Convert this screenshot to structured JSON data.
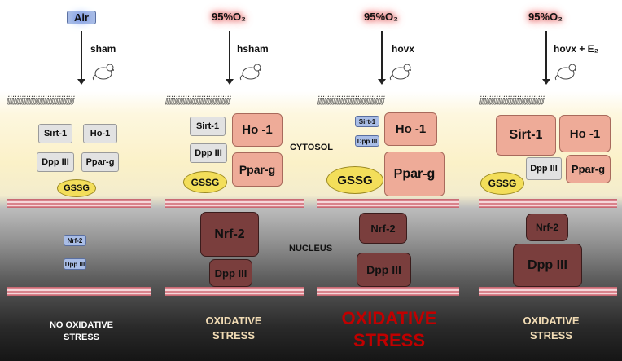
{
  "lanes": [
    {
      "gas": "Air",
      "treatment": "sham",
      "stress": "NO OXIDATIVE\nSTRESS"
    },
    {
      "gas": "95%O₂",
      "treatment": "hsham",
      "stress": "OXIDATIVE\nSTRESS"
    },
    {
      "gas": "95%O₂",
      "treatment": "hovx",
      "stress": "OXIDATIVE\nSTRESS"
    },
    {
      "gas": "95%O₂",
      "treatment": "hovx + E₂",
      "stress": "OXIDATIVE\nSTRESS"
    }
  ],
  "regions": {
    "cytosol": "CYTOSOL",
    "nucleus": "NUCLEUS"
  },
  "proteins": {
    "sirt1": "Sirt-1",
    "ho1_small": "Ho-1",
    "ho1": "Ho -1",
    "dpp3": "Dpp III",
    "ppar_small": "Ppar-g",
    "ppar": "Ppar-g",
    "gssg": "GSSG",
    "nrf2": "Nrf-2"
  },
  "colors": {
    "gas_air_glow": "#6f8fe8",
    "gas_o2_glow": "#e05a5a",
    "stress_low": "#ffffff",
    "stress_mid": "#f2dcb5",
    "stress_high": "#c00000"
  }
}
